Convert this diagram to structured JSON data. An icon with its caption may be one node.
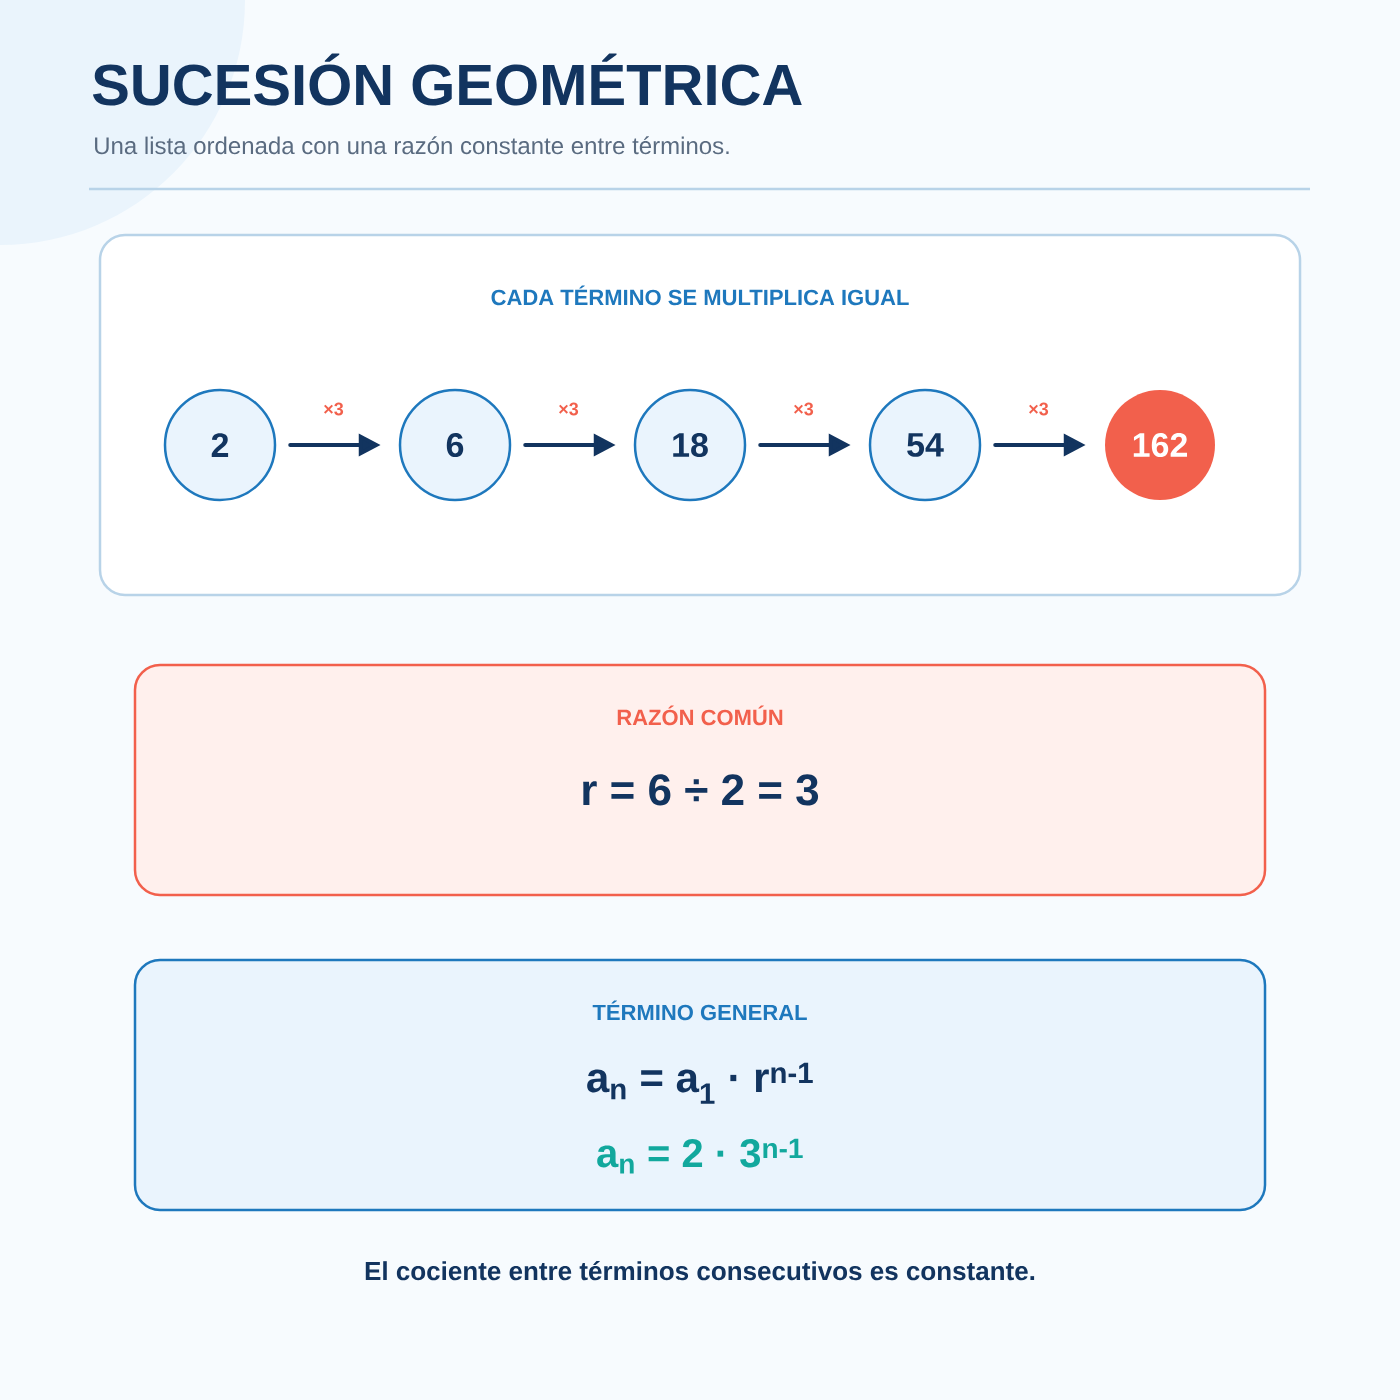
{
  "diagram": {
    "title": "SUCESIÓN GEOMÉTRICA",
    "caption": "El cociente entre términos consecutivos es constante.",
    "nodes": [
      {
        "text": [
          "CADA TÉRMINO SE MULTIPLICA IGUAL"
        ]
      },
      {
        "text": [
          "2"
        ],
        "in": 0
      },
      {
        "text": [
          "6"
        ],
        "in": 0
      },
      {
        "text": [
          "18"
        ],
        "in": 0
      },
      {
        "text": [
          "54"
        ],
        "in": 0
      },
      {
        "text": [
          "162"
        ],
        "in": 0
      },
      {
        "text": [
          "RAZÓN COMÚN",
          "r = 6 ÷ 2 = 3"
        ]
      },
      {
        "text": [
          "TÉRMINO GENERAL",
          "a$_{n}$ = a$_{1}$ · r$^{n-1}$",
          "a$_{n}$ = 2 · 3$^{n-1}$"
        ]
      }
    ],
    "edges": [
      {
        "from": 1,
        "to": 2,
        "arrow": "to",
        "label": "×3"
      },
      {
        "from": 2,
        "to": 3,
        "arrow": "to",
        "label": "×3"
      },
      {
        "from": 3,
        "to": 4,
        "arrow": "to",
        "label": "×3"
      },
      {
        "from": 4,
        "to": 5,
        "arrow": "to",
        "label": "×3"
      }
    ],
    "labels": [
      "Una lista ordenada con una razón constante entre términos."
    ]
  }
}
